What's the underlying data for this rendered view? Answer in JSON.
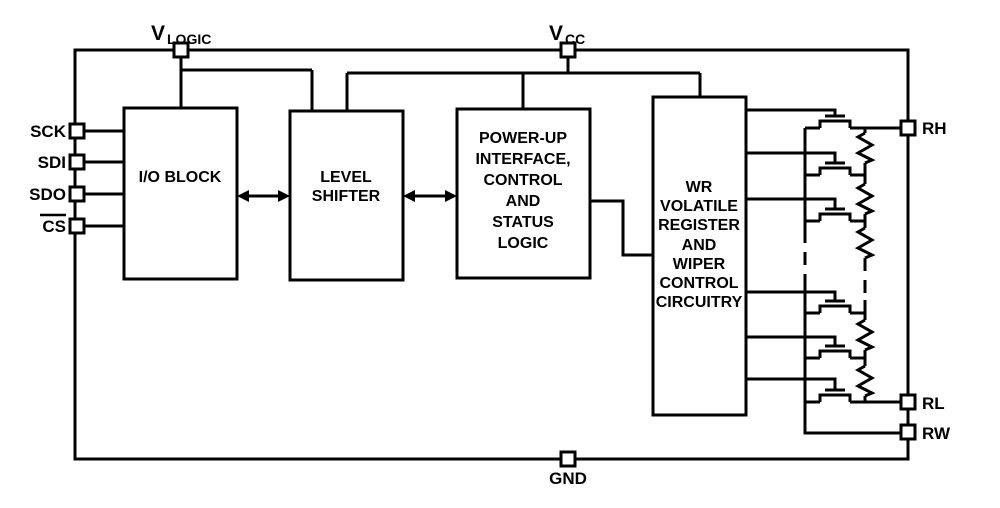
{
  "figure": {
    "type": "functional-block-diagram",
    "colors": {
      "line": "#000000",
      "background": "#ffffff"
    },
    "pins": {
      "vlogic_base": "V",
      "vlogic_sub": "LOGIC",
      "vcc_base": "V",
      "vcc_sub": "CC",
      "sck": "SCK",
      "sdi": "SDI",
      "sdo": "SDO",
      "cs": "CS",
      "gnd": "GND",
      "rh": "RH",
      "rl": "RL",
      "rw": "RW"
    },
    "blocks": {
      "io_block": {
        "title": "I/O BLOCK"
      },
      "level_shifter": {
        "lines": [
          "LEVEL",
          "SHIFTER"
        ]
      },
      "power_up": {
        "lines": [
          "POWER-UP",
          "INTERFACE,",
          "CONTROL",
          "AND",
          "STATUS",
          "LOGIC"
        ]
      },
      "wiper_control": {
        "lines": [
          "WR",
          "VOLATILE",
          "REGISTER",
          "AND",
          "WIPER",
          "CONTROL",
          "CIRCUITRY"
        ]
      }
    }
  }
}
